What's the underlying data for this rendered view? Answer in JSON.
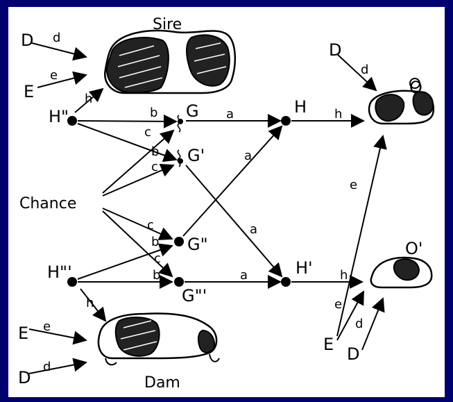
{
  "diagram": {
    "nodes": {
      "sire": "Sire",
      "dam": "Dam",
      "chance": "Chance",
      "h_sire": "H\"",
      "h_dam": "H\"'",
      "g": "G",
      "g1": "G'",
      "g2": "G\"",
      "g3": "G\"'",
      "h": "H",
      "h1": "H'",
      "o": "O",
      "o1": "O'",
      "d_sire": "D",
      "e_sire": "E",
      "e_dam": "E",
      "d_dam": "D",
      "d_o": "D",
      "e_right": "E",
      "d_right_bottom": "D"
    },
    "path_coefficients": {
      "d": "d",
      "e": "e",
      "h": "h",
      "b": "b",
      "c": "c",
      "a": "a"
    }
  }
}
